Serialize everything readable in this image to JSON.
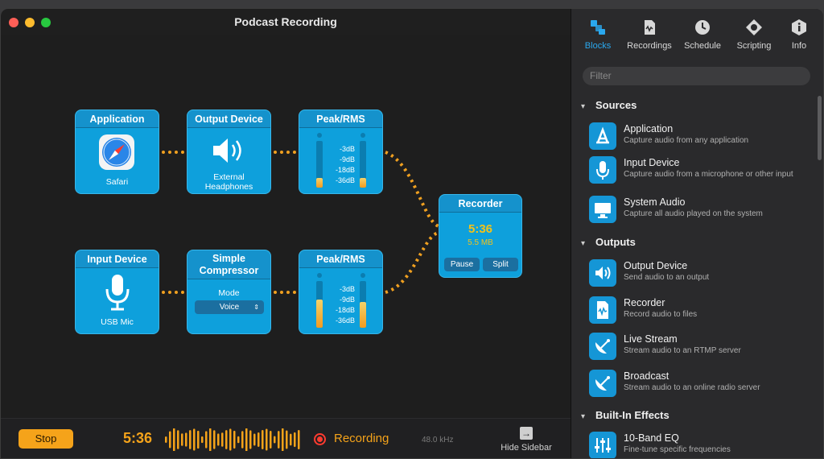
{
  "window": {
    "title": "Podcast Recording"
  },
  "colors": {
    "accent": "#0ea0dc",
    "orange": "#f5a31a",
    "record_red": "#ff3b30",
    "tab_active": "#2aa8ee"
  },
  "canvas": {
    "blocks": [
      {
        "id": "application",
        "title": "Application",
        "sub": "Safari",
        "icon": "safari-icon"
      },
      {
        "id": "output_device",
        "title": "Output Device",
        "sub": "External\nHeadphones",
        "icon": "speaker-icon"
      },
      {
        "id": "peak1",
        "title": "Peak/RMS",
        "labels": [
          "-3dB",
          "-9dB",
          "-18dB",
          "-36dB"
        ],
        "levels": [
          0.2,
          0.2
        ]
      },
      {
        "id": "input_device",
        "title": "Input Device",
        "sub": "USB Mic",
        "icon": "microphone-icon"
      },
      {
        "id": "compressor",
        "title": "Simple\nCompressor",
        "mode_label": "Mode",
        "mode_value": "Voice"
      },
      {
        "id": "peak2",
        "title": "Peak/RMS",
        "labels": [
          "-3dB",
          "-9dB",
          "-18dB",
          "-36dB"
        ],
        "levels": [
          0.6,
          0.55
        ]
      }
    ],
    "recorder": {
      "title": "Recorder",
      "time": "5:36",
      "size": "5.5 MB",
      "pause_label": "Pause",
      "split_label": "Split"
    }
  },
  "bottombar": {
    "stop_label": "Stop",
    "time": "5:36",
    "status": "Recording",
    "sample_rate": "48.0 kHz",
    "hide_sidebar_label": "Hide Sidebar"
  },
  "sidebar": {
    "tabs": [
      {
        "label": "Blocks",
        "icon": "blocks-icon",
        "active": true
      },
      {
        "label": "Recordings",
        "icon": "recordings-icon"
      },
      {
        "label": "Schedule",
        "icon": "clock-icon"
      },
      {
        "label": "Scripting",
        "icon": "scripting-icon"
      },
      {
        "label": "Info",
        "icon": "info-icon"
      }
    ],
    "filter_placeholder": "Filter",
    "sections": [
      {
        "title": "Sources",
        "items": [
          {
            "title": "Application",
            "desc": "Capture audio from any application",
            "icon": "app-store-icon"
          },
          {
            "title": "Input Device",
            "desc": "Capture audio from a microphone or other input",
            "icon": "microphone-icon"
          },
          {
            "title": "System Audio",
            "desc": "Capture all audio played on the system",
            "icon": "monitor-icon"
          }
        ]
      },
      {
        "title": "Outputs",
        "items": [
          {
            "title": "Output Device",
            "desc": "Send audio to an output",
            "icon": "speaker-icon"
          },
          {
            "title": "Recorder",
            "desc": "Record audio to files",
            "icon": "file-waveform-icon"
          },
          {
            "title": "Live Stream",
            "desc": "Stream audio to an RTMP server",
            "icon": "satellite-dish-icon"
          },
          {
            "title": "Broadcast",
            "desc": "Stream audio to an online radio server",
            "icon": "satellite-dish-icon"
          }
        ]
      },
      {
        "title": "Built-In Effects",
        "items": [
          {
            "title": "10-Band EQ",
            "desc": "Fine-tune specific frequencies",
            "icon": "equalizer-icon"
          }
        ]
      }
    ]
  }
}
